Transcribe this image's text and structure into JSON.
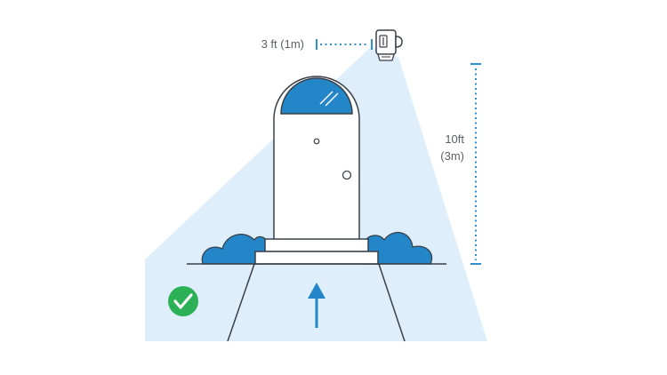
{
  "diagram": {
    "horizontal_offset_label": "3 ft (1m)",
    "height_label_line1": "10ft",
    "height_label_line2": "(3m)",
    "status_icon": "check-circle-icon",
    "arrow_icon": "arrow-up-icon",
    "camera_icon": "security-camera-icon"
  },
  "colors": {
    "coverage": "#deeefa",
    "accent": "#2386c8",
    "dim_line": "#2f8fd0",
    "outline": "#3a4048",
    "success": "#2db157",
    "text": "#5a6068"
  }
}
